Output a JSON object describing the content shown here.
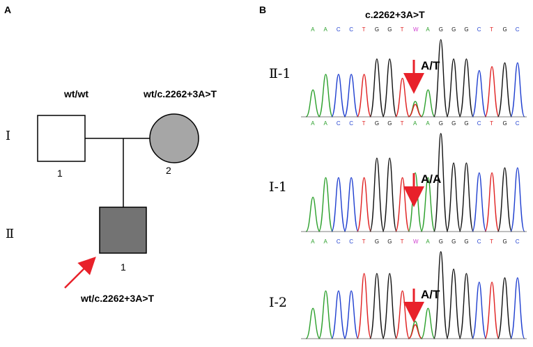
{
  "panel_a": {
    "label": "A",
    "generation_1": "Ⅰ",
    "generation_2": "Ⅱ",
    "father": {
      "genotype": "wt/wt",
      "number": "1"
    },
    "mother": {
      "genotype": "wt/c.2262+3A>T",
      "number": "2"
    },
    "proband": {
      "genotype": "wt/c.2262+3A>T",
      "number": "1"
    },
    "colors": {
      "mother_fill": "#a6a6a6",
      "proband_fill": "#737373",
      "arrow": "#e8212a"
    }
  },
  "panel_b": {
    "label": "B",
    "title": "c.2262+3A>T",
    "traces": [
      {
        "sample": "Ⅱ-1",
        "bases": [
          "A",
          "A",
          "C",
          "C",
          "T",
          "G",
          "G",
          "T",
          "W",
          "A",
          "G",
          "G",
          "G",
          "C",
          "T",
          "G",
          "C"
        ],
        "allele": "A/T"
      },
      {
        "sample": "Ⅰ-1",
        "bases": [
          "A",
          "A",
          "C",
          "C",
          "T",
          "G",
          "G",
          "T",
          "A",
          "A",
          "G",
          "G",
          "G",
          "C",
          "T",
          "G",
          "C"
        ],
        "allele": "A/A"
      },
      {
        "sample": "Ⅰ-2",
        "bases": [
          "A",
          "A",
          "C",
          "C",
          "T",
          "G",
          "G",
          "T",
          "W",
          "A",
          "G",
          "G",
          "G",
          "C",
          "T",
          "G",
          "C"
        ],
        "allele": "A/T"
      }
    ],
    "colors": {
      "A": "#2ca02c",
      "C": "#1f3fd0",
      "G": "#111111",
      "T": "#e02020",
      "W": "#d040d0",
      "arrow": "#e8212a"
    }
  }
}
